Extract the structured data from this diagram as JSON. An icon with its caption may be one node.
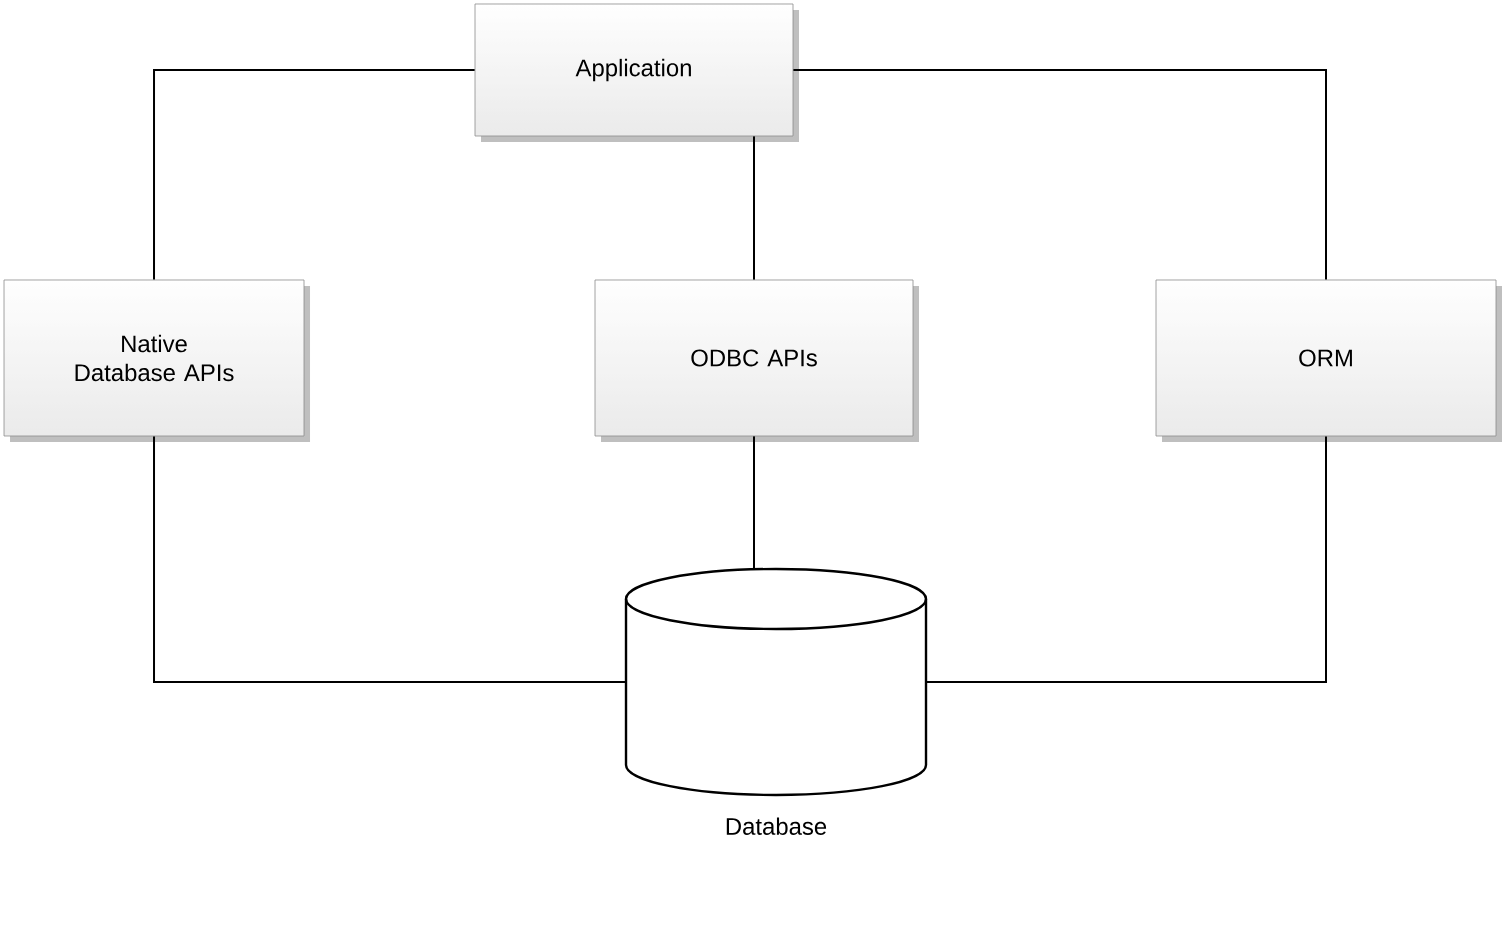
{
  "diagram": {
    "nodes": [
      {
        "text": [
          "Application"
        ]
      },
      {
        "text": [
          "Native Database APIs"
        ]
      },
      {
        "text": [
          "ODBC APIs"
        ]
      },
      {
        "text": [
          "ORM"
        ]
      },
      {
        "text": [
          "Database"
        ]
      }
    ],
    "edges": [
      {
        "from": 0,
        "to": 1,
        "arrow": "none"
      },
      {
        "from": 0,
        "to": 2,
        "arrow": "none"
      },
      {
        "from": 0,
        "to": 3,
        "arrow": "none"
      },
      {
        "from": 1,
        "to": 4,
        "arrow": "none"
      },
      {
        "from": 2,
        "to": 4,
        "arrow": "none"
      },
      {
        "from": 3,
        "to": 4,
        "arrow": "none"
      }
    ]
  }
}
